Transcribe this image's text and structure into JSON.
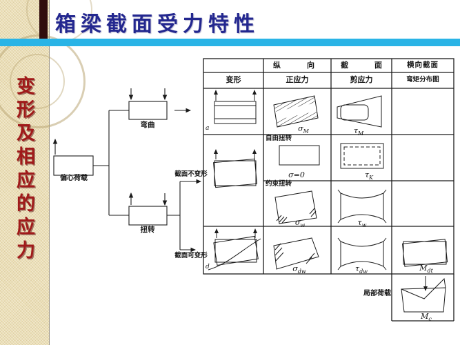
{
  "slide": {
    "title": "箱梁截面受力特性",
    "side_text": "变形及相应的应力"
  },
  "flowchart": {
    "load_box_label": "偏心荷载",
    "bending_label": "弯曲",
    "torsion_label": "扭转",
    "branch_top_label": "截面不变形",
    "branch_bottom_label": "截面可变形"
  },
  "table": {
    "header": {
      "longitudinal_section": "纵向截面",
      "transverse_section": "横向截面",
      "deformation": "变形",
      "normal_stress": "正应力",
      "shear_stress": "剪应力",
      "moment_distribution": "弯矩分布图"
    },
    "row_letters": {
      "bending": "a",
      "distortion": "d"
    },
    "cells": {
      "free_torsion_title": "自由扭转",
      "constrained_torsion_title": "约束扭转",
      "local_load_title": "局部荷载",
      "sigma_m": {
        "sym": "σ",
        "sub": "M"
      },
      "tau_m": {
        "sym": "τ",
        "sub": "M"
      },
      "sigma_zero": {
        "sym": "σ=0",
        "sub": ""
      },
      "tau_k": {
        "sym": "τ",
        "sub": "K"
      },
      "sigma_w": {
        "sym": "σ",
        "sub": "w"
      },
      "tau_w": {
        "sym": "τ",
        "sub": "w"
      },
      "sigma_dw": {
        "sym": "σ",
        "sub": "dw"
      },
      "tau_dw": {
        "sym": "τ",
        "sub": "dw"
      },
      "m_dt": {
        "sym": "M",
        "sub": "dt"
      },
      "m_c": {
        "sym": "M",
        "sub": "c"
      }
    }
  },
  "colors": {
    "title_text": "#23278f",
    "title_underline": "#2ab4e6",
    "side_text_red": "#a01a1a",
    "sidebar_beige": "#ecdfb6",
    "accent_bar_maroon": "#310d0d",
    "diagram_ink": "#1b1b1b"
  }
}
